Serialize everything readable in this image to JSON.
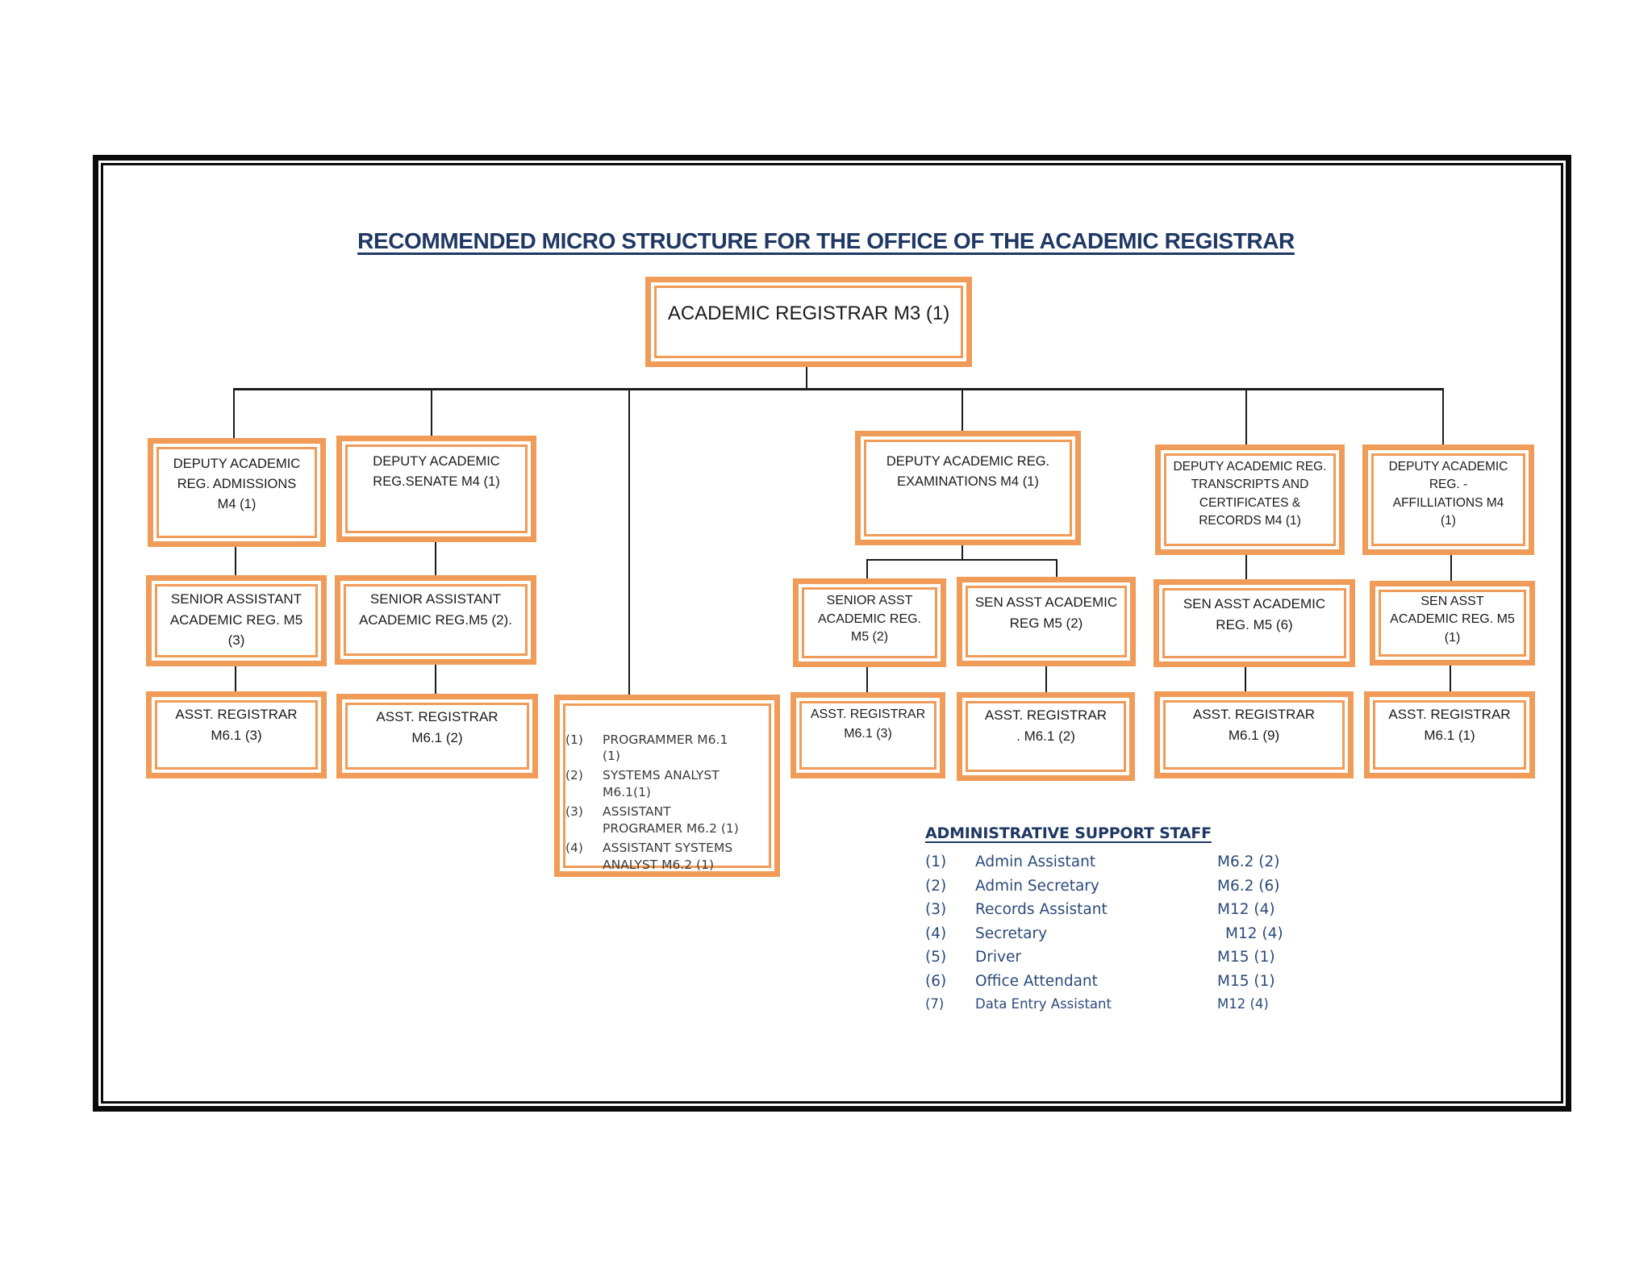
{
  "title": "RECOMMENDED MICRO STRUCTURE FOR THE OFFICE OF THE ACADEMIC REGISTRAR",
  "colors": {
    "box_border_orange": "#F09B57",
    "title_navy": "#1F3864",
    "admin_list_navy": "#2A4A7B",
    "connector_black": "#1c1c1c"
  },
  "org_chart": {
    "root": {
      "label": "ACADEMIC REGISTRAR M3 (1)"
    },
    "level1": [
      {
        "label": "DEPUTY ACADEMIC\nREG. ADMISSIONS\nM4 (1)"
      },
      {
        "label": "DEPUTY ACADEMIC\nREG.SENATE M4 (1)"
      },
      {
        "label": "DEPUTY ACADEMIC REG.\nEXAMINATIONS M4 (1)"
      },
      {
        "label": "DEPUTY ACADEMIC REG.\nTRANSCRIPTS AND\nCERTIFICATES &\nRECORDS M4 (1)"
      },
      {
        "label": "DEPUTY ACADEMIC\nREG. -\nAFFILLIATIONS M4\n(1)"
      }
    ],
    "level2": [
      {
        "label": "SENIOR ASSISTANT\nACADEMIC REG. M5\n(3)"
      },
      {
        "label": "SENIOR ASSISTANT\nACADEMIC REG.M5 (2)."
      },
      {
        "label": "SENIOR ASST\nACADEMIC REG.\nM5 (2)"
      },
      {
        "label": "SEN ASST ACADEMIC\nREG M5 (2)"
      },
      {
        "label": "SEN ASST ACADEMIC\nREG.  M5 (6)"
      },
      {
        "label": "SEN ASST\nACADEMIC REG.  M5\n(1)"
      }
    ],
    "level3": [
      {
        "label": "ASST. REGISTRAR\nM6.1 (3)"
      },
      {
        "label": "ASST. REGISTRAR\nM6.1 (2)"
      },
      {
        "label": "ASST. REGISTRAR\nM6.1 (3)"
      },
      {
        "label": "ASST. REGISTRAR\n. M6.1 (2)"
      },
      {
        "label": "ASST. REGISTRAR\nM6.1 (9)"
      },
      {
        "label": "ASST. REGISTRAR\nM6.1 (1)"
      }
    ],
    "it_unit": {
      "items": [
        {
          "num": "(1)",
          "label": "PROGRAMMER M6.1\n(1)"
        },
        {
          "num": "(2)",
          "label": "SYSTEMS ANALYST\nM6.1(1)"
        },
        {
          "num": "(3)",
          "label": "ASSISTANT\nPROGRAMER M6.2 (1)"
        },
        {
          "num": "(4)",
          "label": "ASSISTANT SYSTEMS\nANALYST M6.2 (1)"
        }
      ]
    }
  },
  "admin_support": {
    "heading": "ADMINISTRATIVE SUPPORT STAFF",
    "rows": [
      {
        "num": "(1)",
        "role": "Admin Assistant",
        "grade": "M6.2 (2)"
      },
      {
        "num": "(2)",
        "role": "Admin Secretary",
        "grade": "M6.2 (6)"
      },
      {
        "num": "(3)",
        "role": "Records Assistant",
        "grade": "M12 (4)"
      },
      {
        "num": "(4)",
        "role": "Secretary",
        "grade": "M12 (4)"
      },
      {
        "num": "(5)",
        "role": "Driver",
        "grade": "M15 (1)"
      },
      {
        "num": "(6)",
        "role": "Office Attendant",
        "grade": "M15 (1)"
      },
      {
        "num": "(7)",
        "role": "Data Entry Assistant",
        "grade": "M12 (4)"
      }
    ]
  }
}
